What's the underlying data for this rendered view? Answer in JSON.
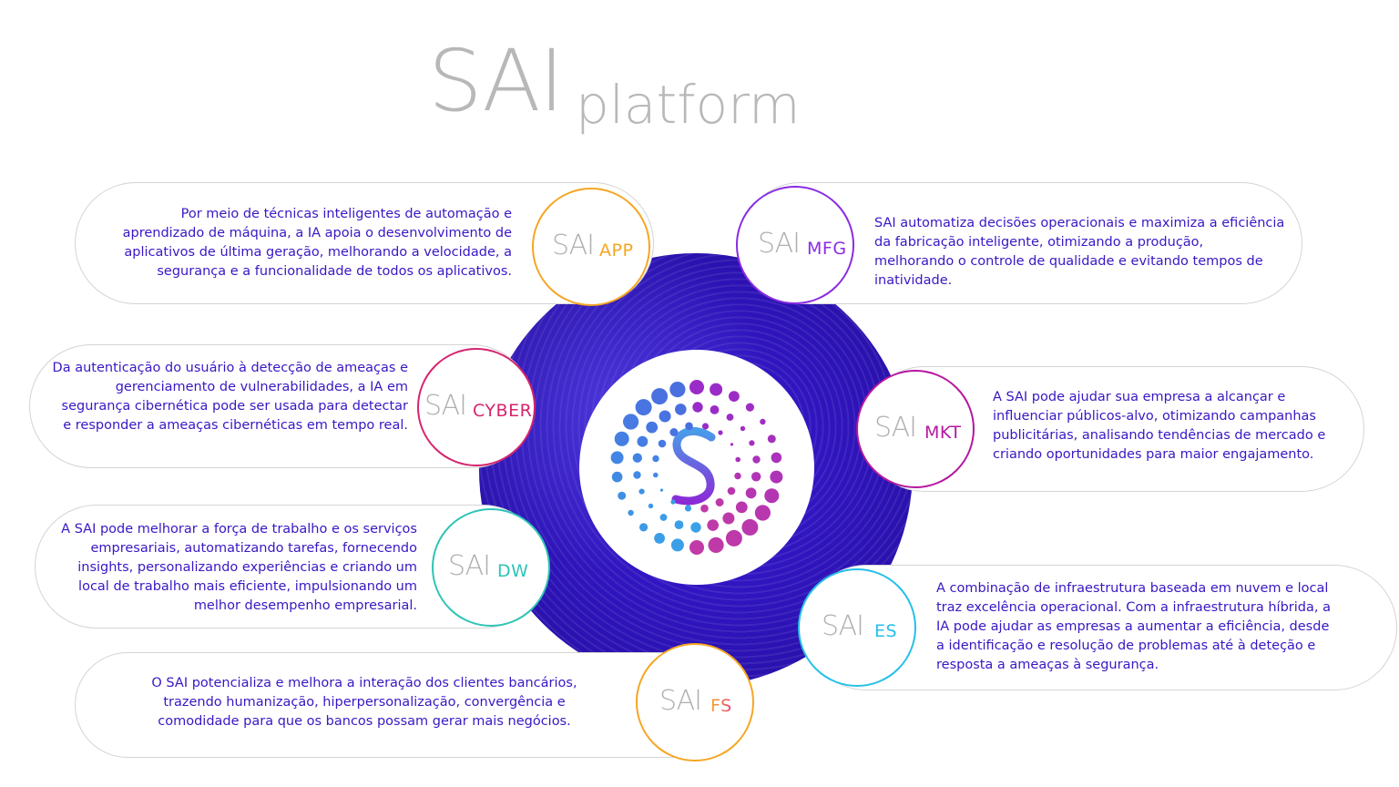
{
  "title": {
    "main": "SAI",
    "sub": "platform"
  },
  "colors": {
    "text": "#3a17c4",
    "app": "#f5a623",
    "mfg": "#8a2be2",
    "cyber": "#d6246e",
    "mkt": "#b5179e",
    "dw": "#2ec4b6",
    "es": "#25c0e8",
    "fs": "#f5a623"
  },
  "modules": {
    "app": {
      "brand": "SAI",
      "suffix": "APP",
      "text": "Por meio de técnicas inteligentes de automação e aprendizado de máquina, a IA apoia o desenvolvimento de aplicativos de última geração, melhorando a velocidade, a segurança e a funcionalidade de todos os aplicativos."
    },
    "mfg": {
      "brand": "SAI",
      "suffix": "MFG",
      "text": "SAI automatiza decisões operacionais e maximiza a eficiência da fabricação inteligente, otimizando a produção, melhorando o controle de qualidade e evitando tempos de inatividade."
    },
    "cyber": {
      "brand": "SAI",
      "suffix": "CYBER",
      "text": "Da autenticação do usuário à detecção de ameaças e gerenciamento de vulnerabilidades, a IA em segurança cibernética pode ser usada para detectar e responder a ameaças cibernéticas em tempo real."
    },
    "mkt": {
      "brand": "SAI",
      "suffix": "MKT",
      "text": "A SAI pode ajudar sua empresa a alcançar e influenciar públicos-alvo, otimizando campanhas publicitárias, analisando tendências de mercado e criando oportunidades para maior engajamento."
    },
    "dw": {
      "brand": "SAI",
      "suffix": "DW",
      "text": "A SAI pode melhorar a força de trabalho e os serviços empresariais, automatizando tarefas, fornecendo insights, personalizando experiências e criando um local de trabalho mais eficiente, impulsionando um melhor desempenho empresarial."
    },
    "es": {
      "brand": "SAI",
      "suffix": "ES",
      "text": "A combinação de infraestrutura baseada em nuvem e local traz excelência operacional. Com a infraestrutura híbrida, a IA pode ajudar as empresas a aumentar a eficiência, desde a identificação e resolução de problemas até à deteção e resposta a ameaças à segurança."
    },
    "fs": {
      "brand": "SAI",
      "suffix": "FS",
      "text": "O SAI potencializa e melhora a interação dos clientes bancários, trazendo humanização, hiperpersonalização, convergência e comodidade para que os bancos possam gerar mais negócios."
    }
  }
}
